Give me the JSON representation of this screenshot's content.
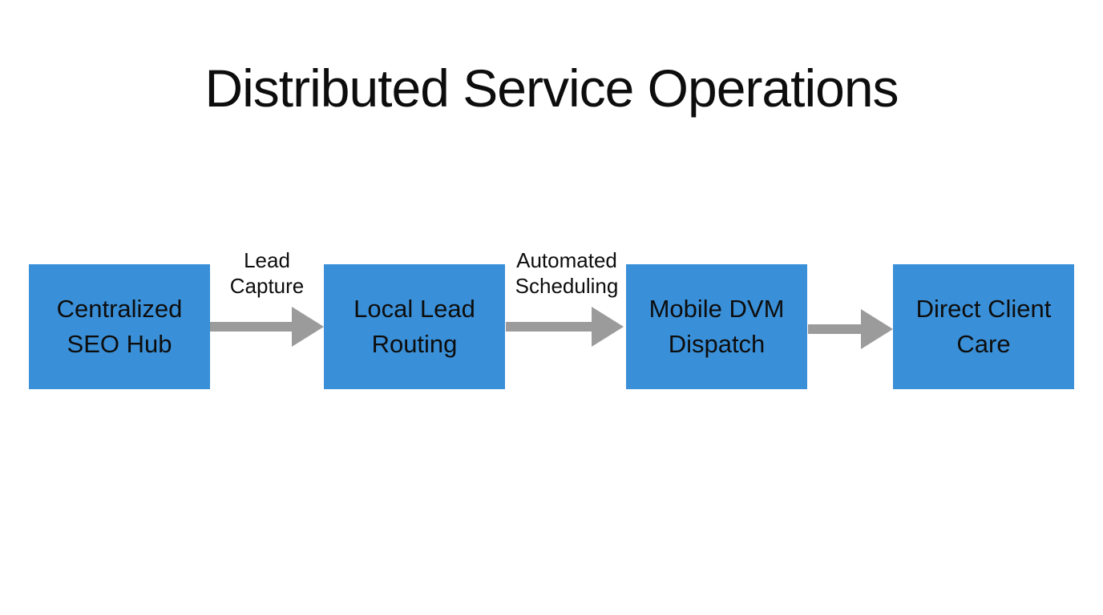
{
  "title": "Distributed Service Operations",
  "colors": {
    "background": "#ffffff",
    "node_fill": "#3a90d8",
    "arrow": "#9b9b9b",
    "text": "#0d0d0d"
  },
  "flow": {
    "nodes": [
      {
        "label": "Centralized SEO Hub",
        "lines": [
          "Centralized",
          "SEO Hub"
        ]
      },
      {
        "label": "Local Lead Routing",
        "lines": [
          "Local Lead",
          "Routing"
        ]
      },
      {
        "label": "Mobile DVM Dispatch",
        "lines": [
          "Mobile DVM",
          "Dispatch"
        ]
      },
      {
        "label": "Direct Client Care",
        "lines": [
          "Direct Client",
          "Care"
        ]
      }
    ],
    "connectors": [
      {
        "from": "Centralized SEO Hub",
        "to": "Local Lead Routing",
        "label": "Lead Capture",
        "lines": [
          "Lead",
          "Capture"
        ]
      },
      {
        "from": "Local Lead Routing",
        "to": "Mobile DVM Dispatch",
        "label": "Automated Scheduling",
        "lines": [
          "Automated",
          "Scheduling"
        ]
      },
      {
        "from": "Mobile DVM Dispatch",
        "to": "Direct Client Care",
        "label": ""
      }
    ]
  }
}
